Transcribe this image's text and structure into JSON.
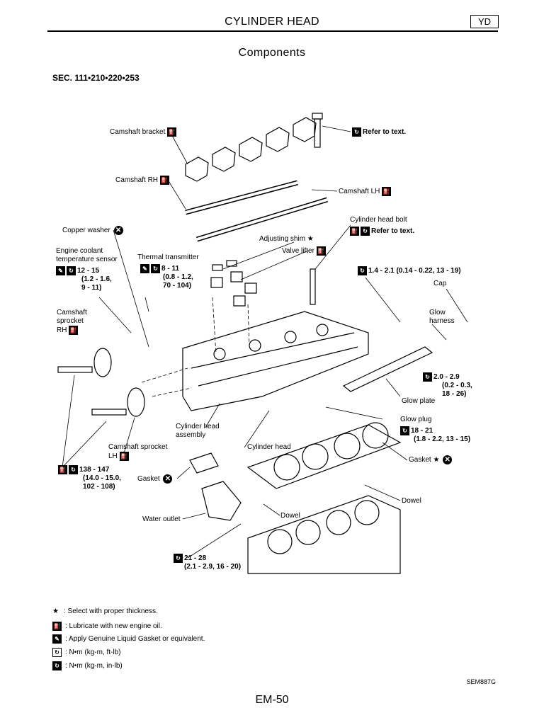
{
  "header": {
    "title": "CYLINDER HEAD",
    "code": "YD"
  },
  "section": {
    "title": "Components",
    "sec": "SEC. 111•210•220•253"
  },
  "labels": {
    "camshaft_bracket": "Camshaft bracket",
    "refer_text_1": "Refer to text.",
    "camshaft_rh": "Camshaft RH",
    "camshaft_lh": "Camshaft LH",
    "cylinder_head_bolt": "Cylinder head bolt",
    "refer_text_2": "Refer to text.",
    "copper_washer": "Copper washer",
    "adjusting_shim": "Adjusting shim ★",
    "valve_lifter": "Valve lifter",
    "ect_sensor_1": "Engine coolant",
    "ect_sensor_2": "temperature sensor",
    "ect_torque_1": "12 - 15",
    "ect_torque_2": "(1.2 - 1.6,",
    "ect_torque_3": "9 - 11)",
    "thermal_transmitter": "Thermal transmitter",
    "tt_torque_1": "8 - 11",
    "tt_torque_2": "(0.8 - 1.2,",
    "tt_torque_3": "70 - 104)",
    "cap_torque": "1.4 - 2.1 (0.14 - 0.22, 13 - 19)",
    "cap": "Cap",
    "glow_harness_1": "Glow",
    "glow_harness_2": "harness",
    "sprocket_rh_1": "Camshaft",
    "sprocket_rh_2": "sprocket",
    "sprocket_rh_3": "RH",
    "gh_torque_1": "2.0 - 2.9",
    "gh_torque_2": "(0.2 - 0.3,",
    "gh_torque_3": "18 - 26)",
    "glow_plate": "Glow plate",
    "glow_plug": "Glow plug",
    "gp_torque_1": "18 - 21",
    "gp_torque_2": "(1.8 - 2.2, 13 - 15)",
    "cyl_head_assy_1": "Cylinder head",
    "cyl_head_assy_2": "assembly",
    "sprocket_lh_1": "Camshaft sprocket",
    "sprocket_lh_2": "LH",
    "cylinder_head": "Cylinder head",
    "gasket_right": "Gasket ★",
    "sp_torque_1": "138 - 147",
    "sp_torque_2": "(14.0 - 15.0,",
    "sp_torque_3": "102 - 108)",
    "gasket_left": "Gasket",
    "dowel_right": "Dowel",
    "water_outlet": "Water outlet",
    "dowel_left": "Dowel",
    "wo_torque_1": "21 - 28",
    "wo_torque_2": "(2.1 - 2.9, 16 - 20)"
  },
  "legend": [
    {
      "sym": "★",
      "text": ": Select with proper thickness."
    },
    {
      "sym": "oil",
      "text": ": Lubricate with new engine oil."
    },
    {
      "sym": "gasket",
      "text": ": Apply Genuine Liquid Gasket or equivalent."
    },
    {
      "sym": "nm",
      "text": ": N•m (kg-m, ft-lb)"
    },
    {
      "sym": "nmin",
      "text": ": N•m (kg-m, in-lb)"
    }
  ],
  "figure_code": "SEM887G",
  "page_number": "EM-50"
}
